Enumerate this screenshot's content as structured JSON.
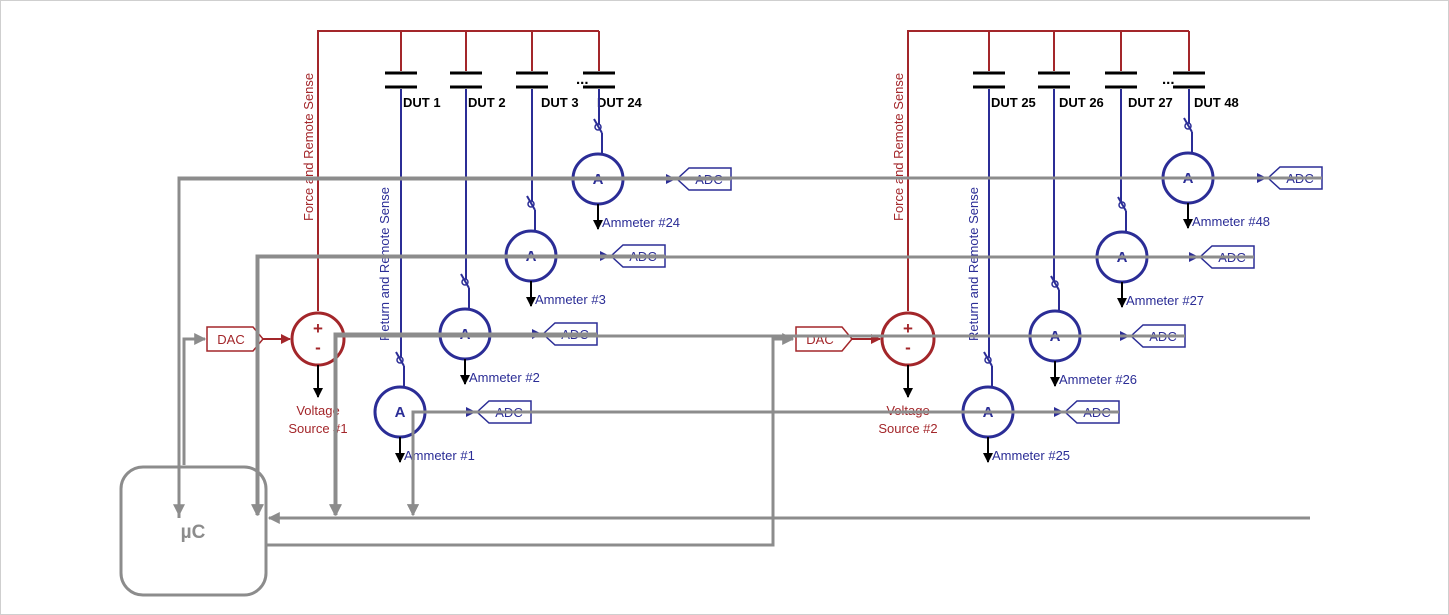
{
  "labels": {
    "force_sense": "Force and Remote Sense",
    "return_sense": "Return and Remote Sense",
    "adc": "ADC",
    "dac": "DAC",
    "ammeter_symbol": "A",
    "plus": "+",
    "minus": "-",
    "mcu": "µC",
    "ellipsis": "..."
  },
  "sources": [
    {
      "line1": "Voltage",
      "line2": "Source #1"
    },
    {
      "line1": "Voltage",
      "line2": "Source #2"
    }
  ],
  "duts": [
    [
      "DUT 1",
      "DUT 2",
      "DUT 3",
      "DUT 24"
    ],
    [
      "DUT 25",
      "DUT 26",
      "DUT 27",
      "DUT 48"
    ]
  ],
  "ammeters": [
    [
      "Ammeter #1",
      "Ammeter #2",
      "Ammeter #3",
      "Ammeter #24"
    ],
    [
      "Ammeter #25",
      "Ammeter #26",
      "Ammeter #27",
      "Ammeter #48"
    ]
  ],
  "colors": {
    "force": "#a3262a",
    "return": "#2b2d96",
    "bus": "#8c8c8c",
    "dut": "#000000"
  }
}
